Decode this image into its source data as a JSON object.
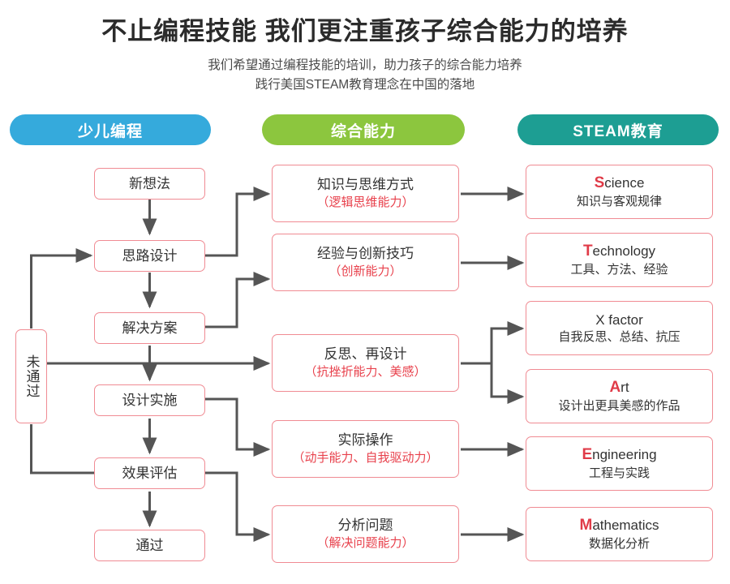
{
  "header": {
    "title": "不止编程技能 我们更注重孩子综合能力的培养",
    "subtitle_line1": "我们希望通过编程技能的培训，助力孩子的综合能力培养",
    "subtitle_line2": "践行美国STEAM教育理念在中国的落地"
  },
  "colors": {
    "pill_left": "#35aadc",
    "pill_mid": "#8cc63e",
    "pill_right": "#1d9e93",
    "box_border": "#f08b93",
    "accent_red": "#e8414c",
    "connector": "#555555",
    "title_text": "#2b2b2b"
  },
  "columns": {
    "left": {
      "label": "少儿编程"
    },
    "middle": {
      "label": "综合能力"
    },
    "right": {
      "label": "STEAM教育"
    }
  },
  "left_flow": {
    "steps": [
      {
        "label": "新想法"
      },
      {
        "label": "思路设计"
      },
      {
        "label": "解决方案"
      },
      {
        "label": "设计实施"
      },
      {
        "label": "效果评估"
      },
      {
        "label": "通过"
      }
    ],
    "feedback": {
      "label": "未通过"
    }
  },
  "middle_items": [
    {
      "title": "知识与思维方式",
      "ability": "（逻辑思维能力）"
    },
    {
      "title": "经验与创新技巧",
      "ability": "（创新能力）"
    },
    {
      "title": "反思、再设计",
      "ability": "（抗挫折能力、美感）"
    },
    {
      "title": "实际操作",
      "ability": "（动手能力、自我驱动力）"
    },
    {
      "title": "分析问题",
      "ability": "（解决问题能力）"
    }
  ],
  "steam_items": [
    {
      "cap": "S",
      "rest": "cience",
      "desc": "知识与客观规律"
    },
    {
      "cap": "T",
      "rest": "echnology",
      "desc": "工具、方法、经验"
    },
    {
      "cap": "X",
      "rest": " factor",
      "desc": "自我反思、总结、抗压",
      "cap_plain": true
    },
    {
      "cap": "A",
      "rest": "rt",
      "desc": "设计出更具美感的作品"
    },
    {
      "cap": "E",
      "rest": "ngineering",
      "desc": "工程与实践"
    },
    {
      "cap": "M",
      "rest": "athematics",
      "desc": "数据化分析"
    }
  ]
}
